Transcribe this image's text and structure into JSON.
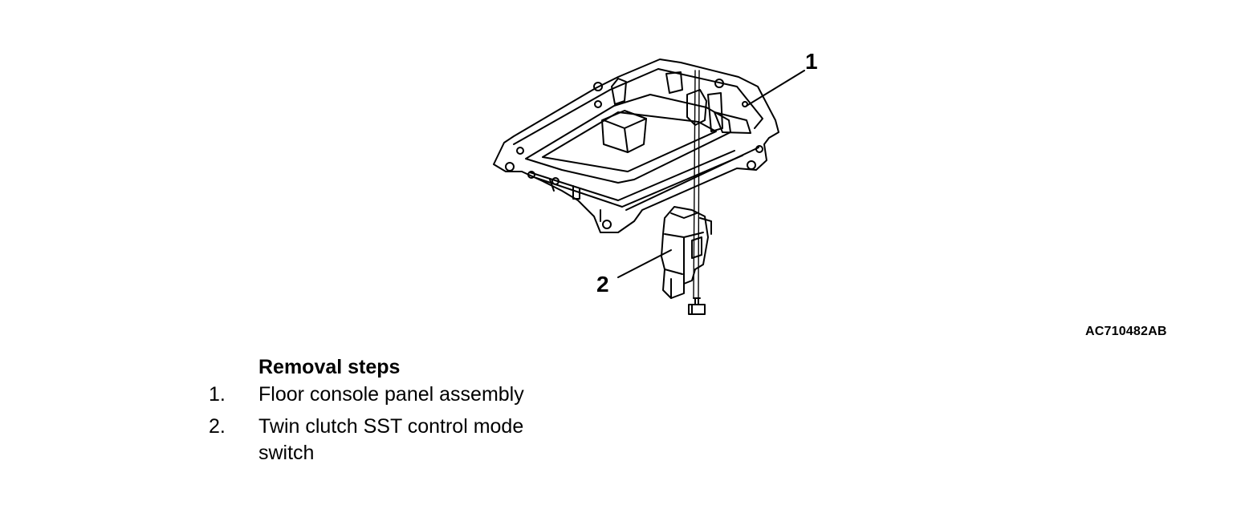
{
  "illustration": {
    "callouts": [
      "1",
      "2"
    ]
  },
  "figure_id": "AC710482AB",
  "removal": {
    "heading": "Removal steps",
    "steps": [
      {
        "number": "1.",
        "text": "Floor console panel assembly"
      },
      {
        "number": "2.",
        "text": "Twin clutch SST control mode switch"
      }
    ]
  }
}
